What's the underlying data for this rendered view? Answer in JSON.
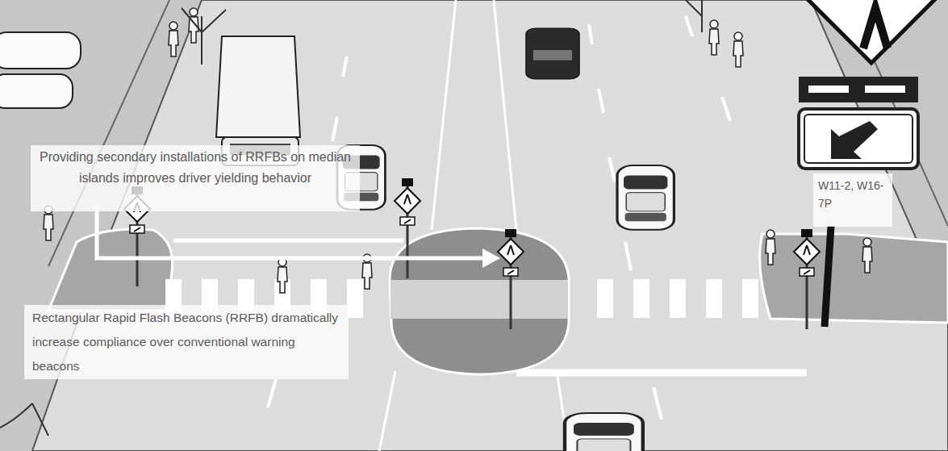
{
  "diagram": {
    "nodes": [
      {
        "text": [
          "Providing secondary installations of RRFBs on median islands improves driver yielding behavior"
        ]
      },
      {
        "text": [
          "Rectangular Rapid Flash Beacons (RRFB) dramatically increase compliance over conventional warning beacons"
        ]
      },
      {
        "text": [
          "W11-2, W16-7P"
        ]
      }
    ]
  }
}
